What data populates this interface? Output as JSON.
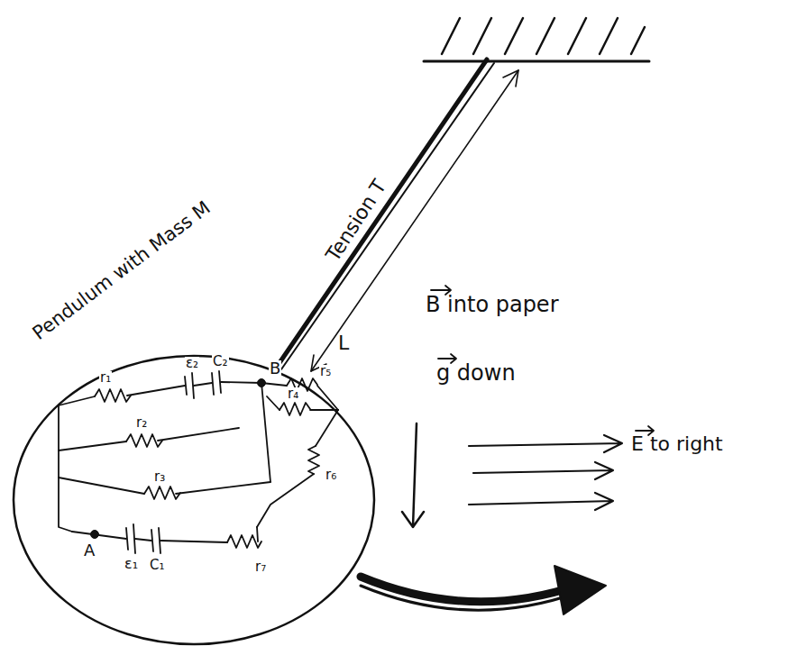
{
  "diagram": {
    "labels": [
      "Tension T",
      "L",
      "Pendulum with Mass M",
      "B into paper",
      "g down",
      "E to right",
      "r₁",
      "ε₂",
      "C₂",
      "B",
      "r₅",
      "r₂",
      "r₄",
      "r₆",
      "r₃",
      "A",
      "ε₁",
      "C₁",
      "r₇"
    ]
  }
}
